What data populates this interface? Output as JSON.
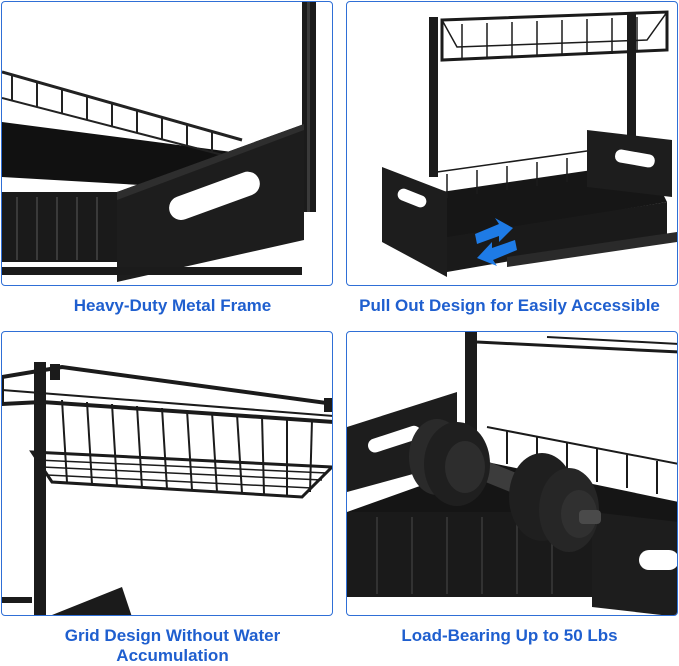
{
  "panels": [
    {
      "caption": "Heavy-Duty Metal Frame"
    },
    {
      "caption": "Pull Out Design for Easily Accessible"
    },
    {
      "caption_line1": "Grid Design Without Water",
      "caption_line2": "Accumulation"
    },
    {
      "caption": "Load-Bearing Up to 50 Lbs"
    }
  ],
  "colors": {
    "border": "#2f6fd6",
    "caption": "#1f5fcf",
    "metal": "#1b1b1b",
    "arrow": "#1e7be6"
  }
}
